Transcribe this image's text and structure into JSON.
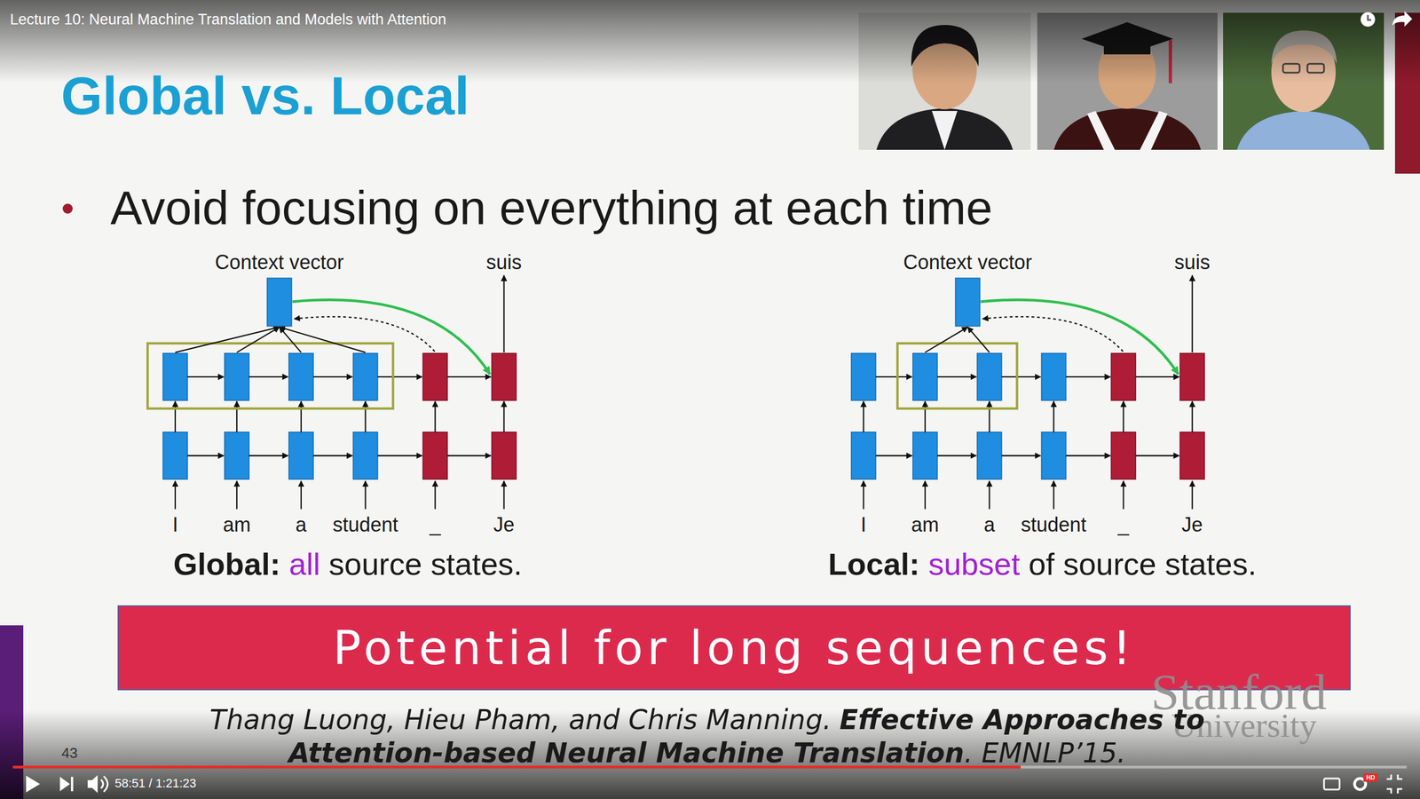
{
  "diagram": {
    "title": "Global vs. Local",
    "nodes": [
      {
        "text": [
          "Potential for long sequences!"
        ]
      }
    ],
    "labels": [
      "Lecture 10: Neural Machine Translation and Models with Attention",
      "Avoid focusing on everything at each time",
      "Context vector",
      "suis",
      "I",
      "am",
      "a",
      "student",
      "_",
      "Je",
      "Global:",
      "all",
      "source states.",
      "Context vector",
      "suis",
      "I",
      "am",
      "a",
      "student",
      "_",
      "Je",
      "Local:",
      "subset",
      "of source states.",
      "Thang Luong, Hieu Pham, and Chris Manning.",
      "Effective Approaches to Attention-based Neural Machine Translation",
      ". EMNLP’15.",
      "Stanford",
      "University",
      "43",
      "58:51 / 1:21:23",
      "HD"
    ]
  }
}
